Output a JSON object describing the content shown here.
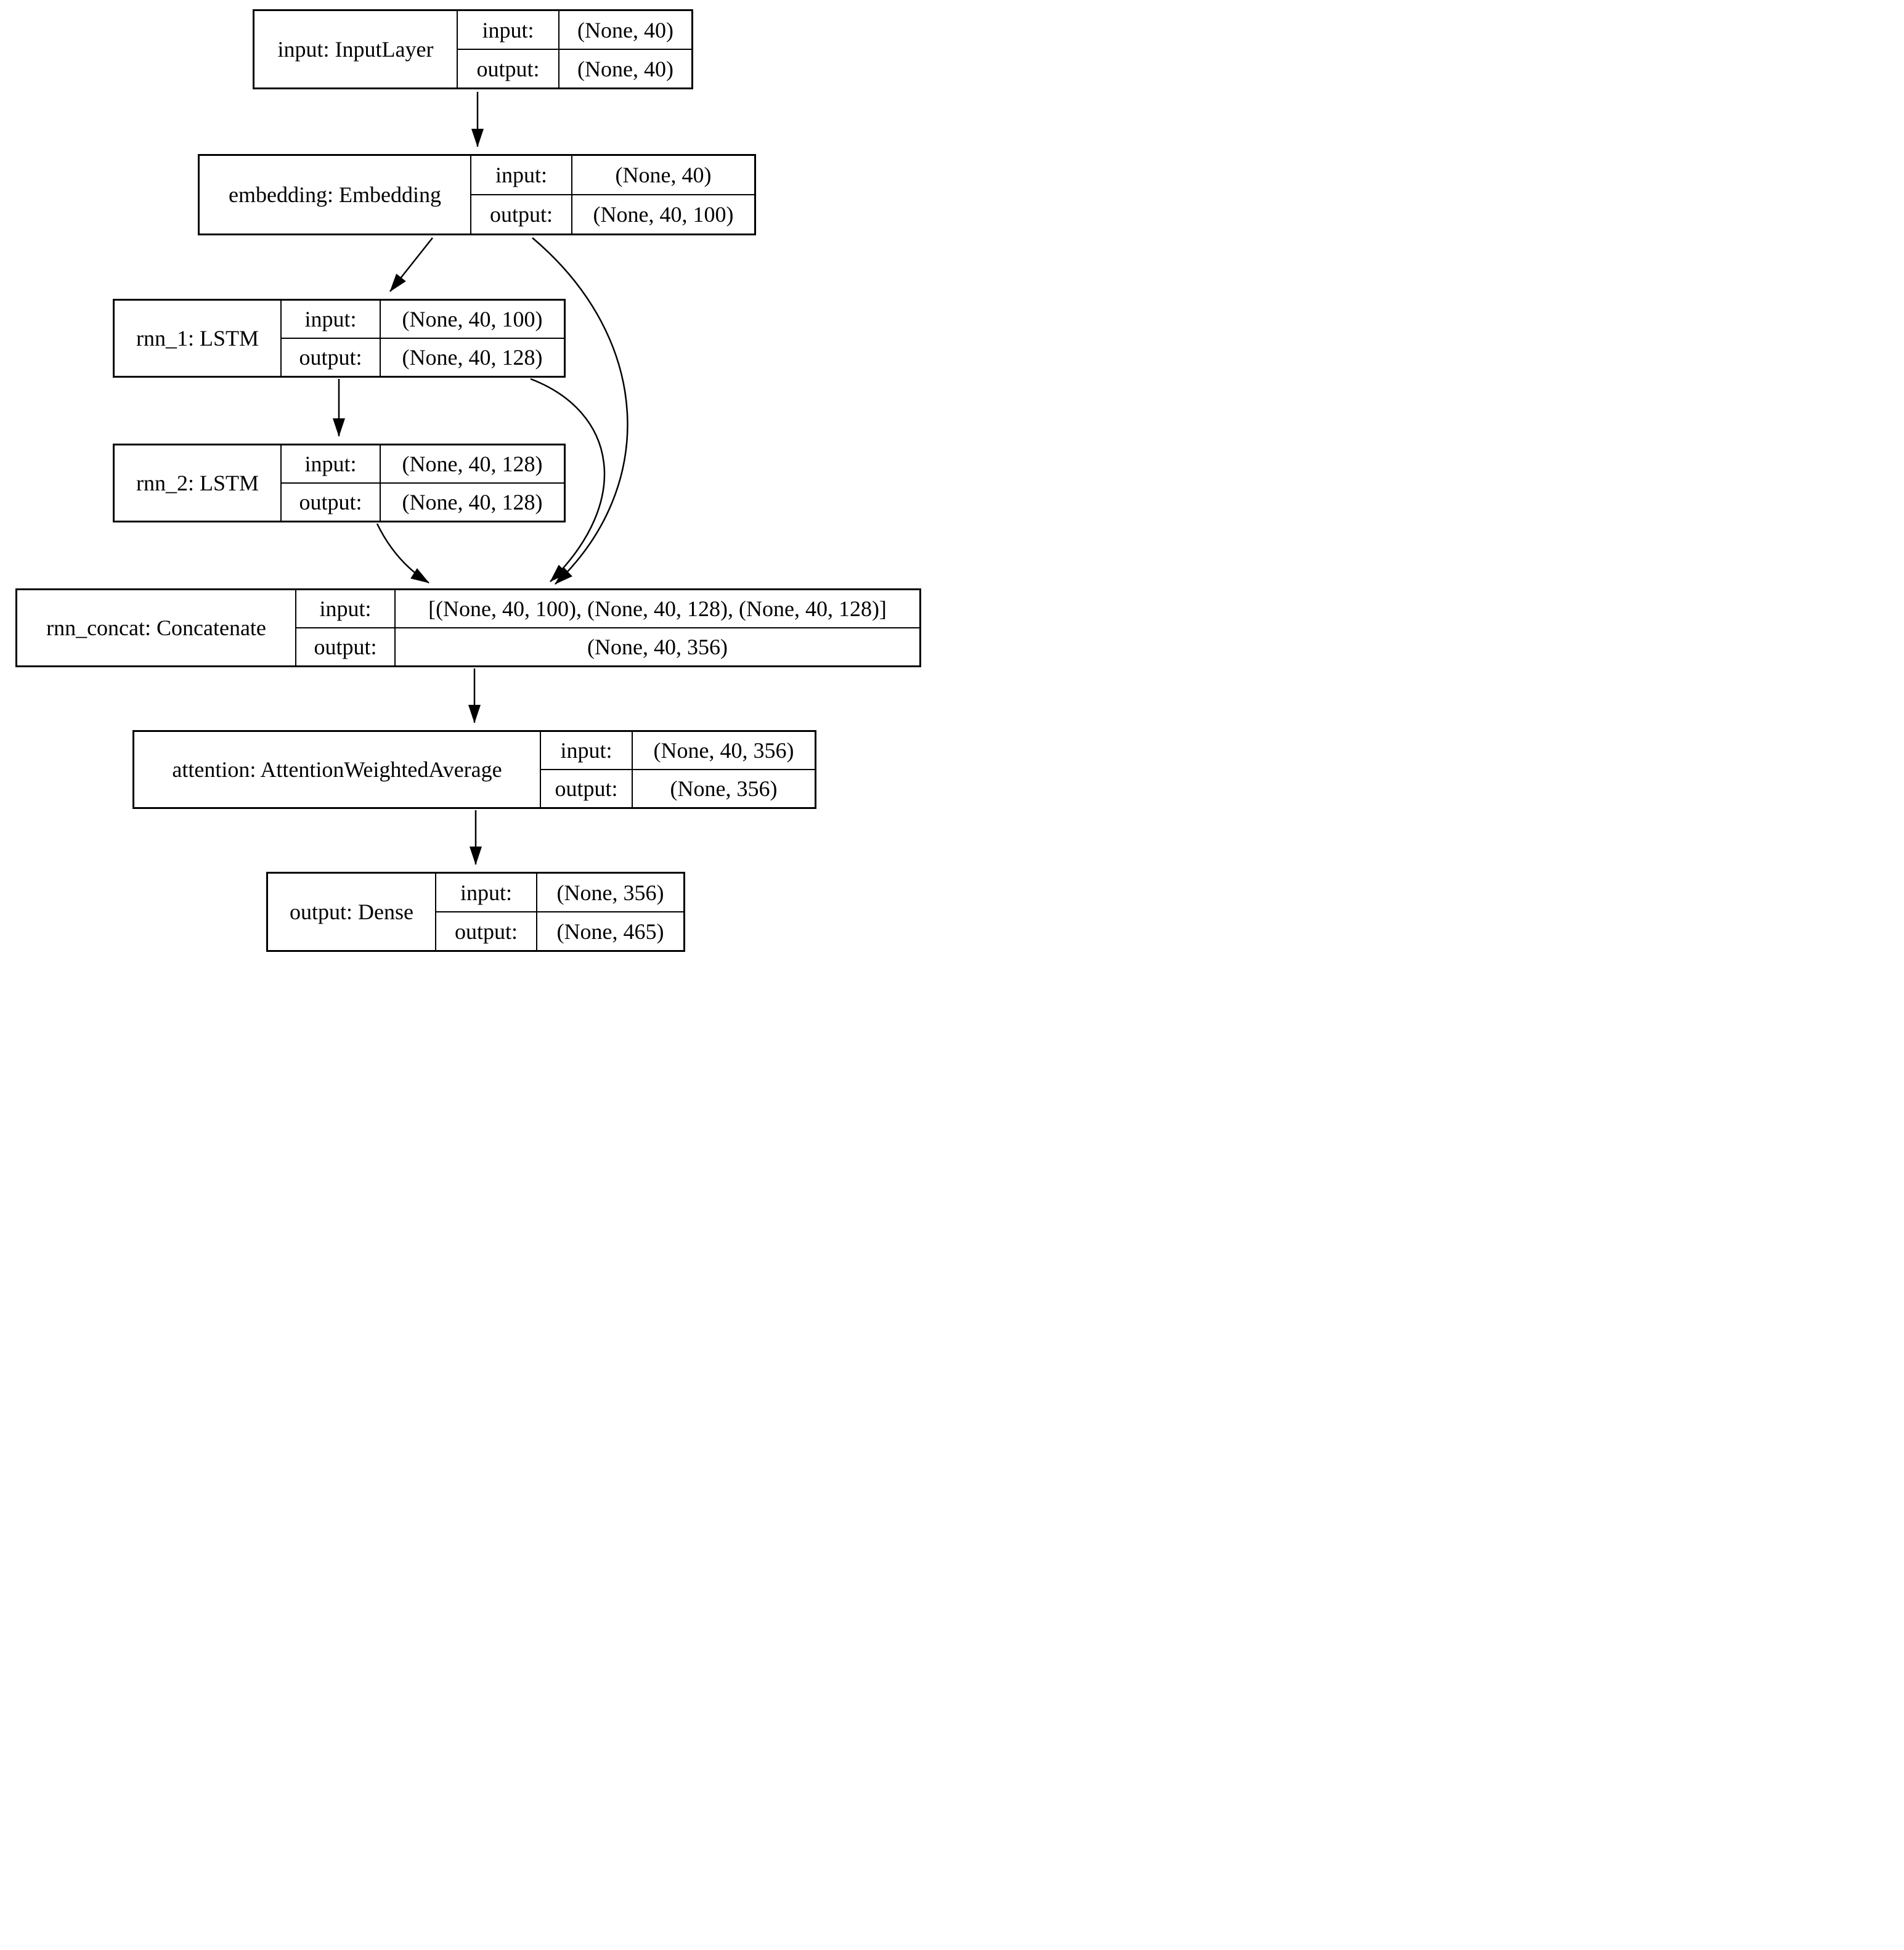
{
  "diagram": {
    "type": "keras-model-architecture",
    "background_color": "#ffffff",
    "line_color": "#000000",
    "text_color": "#000000",
    "row_labels": {
      "input": "input:",
      "output": "output:"
    },
    "nodes": [
      {
        "id": "input",
        "label": "input: InputLayer",
        "input_shape": "(None, 40)",
        "output_shape": "(None, 40)"
      },
      {
        "id": "embedding",
        "label": "embedding: Embedding",
        "input_shape": "(None, 40)",
        "output_shape": "(None, 40, 100)"
      },
      {
        "id": "rnn_1",
        "label": "rnn_1: LSTM",
        "input_shape": "(None, 40, 100)",
        "output_shape": "(None, 40, 128)"
      },
      {
        "id": "rnn_2",
        "label": "rnn_2: LSTM",
        "input_shape": "(None, 40, 128)",
        "output_shape": "(None, 40, 128)"
      },
      {
        "id": "rnn_concat",
        "label": "rnn_concat: Concatenate",
        "input_shape": "[(None, 40, 100), (None, 40, 128), (None, 40, 128)]",
        "output_shape": "(None, 40, 356)"
      },
      {
        "id": "attention",
        "label": "attention: AttentionWeightedAverage",
        "input_shape": "(None, 40, 356)",
        "output_shape": "(None, 356)"
      },
      {
        "id": "output",
        "label": "output: Dense",
        "input_shape": "(None, 356)",
        "output_shape": "(None, 465)"
      }
    ],
    "edges": [
      {
        "from": "input",
        "to": "embedding"
      },
      {
        "from": "embedding",
        "to": "rnn_1"
      },
      {
        "from": "rnn_1",
        "to": "rnn_2"
      },
      {
        "from": "rnn_2",
        "to": "rnn_concat"
      },
      {
        "from": "rnn_1",
        "to": "rnn_concat"
      },
      {
        "from": "embedding",
        "to": "rnn_concat"
      },
      {
        "from": "rnn_concat",
        "to": "attention"
      },
      {
        "from": "attention",
        "to": "output"
      }
    ]
  }
}
